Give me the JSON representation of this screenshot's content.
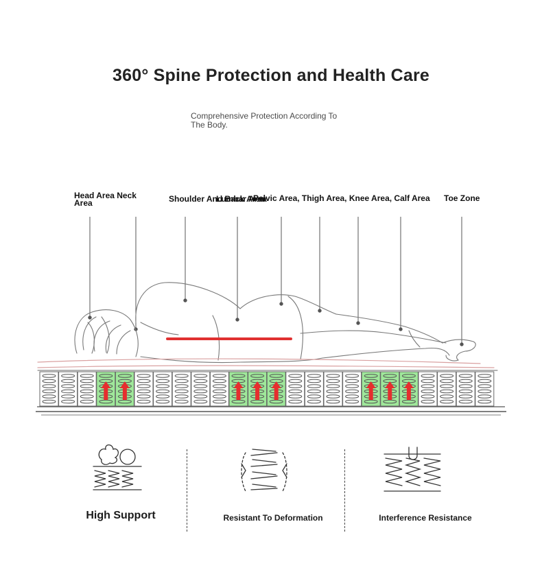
{
  "header": {
    "title": "360° Spine Protection and Health Care",
    "subtitle": "Comprehensive Protection According To The Body."
  },
  "zones": {
    "head": "Head Area Neck Area",
    "shoulder": "Shoulder And Back Area",
    "lumbar": "Lumbar Area",
    "pelvic": "Pelvic Area, Thigh Area, Knee Area, Calf Area",
    "toe": "Toe Zone"
  },
  "features": [
    {
      "label": "High Support",
      "icon": "springs-with-weight-icon"
    },
    {
      "label": "Resistant To Deformation",
      "icon": "springs-pressed-icon"
    },
    {
      "label": "Interference Resistance",
      "icon": "springs-independent-icon"
    }
  ],
  "colors": {
    "support_zone": "#9fe89a",
    "arrow": "#e62e2e",
    "spine_line": "#e03030"
  }
}
